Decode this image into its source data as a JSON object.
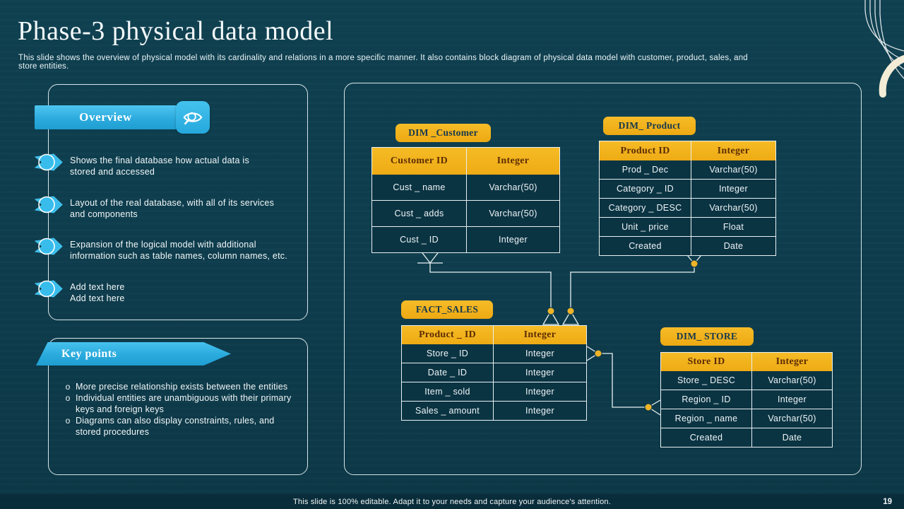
{
  "slide": {
    "title": "Phase-3 physical data model",
    "subtitle": "This slide shows the overview of physical model with its cardinality and relations in a more specific manner. It also contains block diagram of physical data model  with customer, product, sales, and store entities.",
    "footer": "This slide is 100% editable. Adapt it to your needs and capture your audience's attention.",
    "page_number": "19"
  },
  "overview": {
    "title": "Overview",
    "icon": "magnifier-eye-icon",
    "bullets": [
      "Shows the final database how actual  data is\nstored and accessed",
      "Layout of the real database, with all of its services\nand components",
      "Expansion of the logical model with additional\ninformation such as table names, column names, etc.",
      "Add text here\nAdd text here"
    ]
  },
  "key_points": {
    "title": "Key points",
    "marker": "o",
    "bullets": [
      "More precise relationship exists between the entities",
      "Individual  entities are unambiguous   with their primary\nkeys and foreign  keys",
      "Diagrams can also display constraints, rules, and\nstored procedures"
    ]
  },
  "entities": {
    "customer": {
      "tag": "DIM _Customer",
      "header": [
        "Customer ID",
        "Integer"
      ],
      "rows": [
        [
          "Cust _ name",
          "Varchar(50)"
        ],
        [
          "Cust _ adds",
          "Varchar(50)"
        ],
        [
          "Cust _ ID",
          "Integer"
        ]
      ]
    },
    "product": {
      "tag": "DIM_ Product",
      "header": [
        "Product ID",
        "Integer"
      ],
      "rows": [
        [
          "Prod _ Dec",
          "Varchar(50)"
        ],
        [
          "Category _ ID",
          "Integer"
        ],
        [
          "Category _ DESC",
          "Varchar(50)"
        ],
        [
          "Unit _ price",
          "Float"
        ],
        [
          "Created",
          "Date"
        ]
      ]
    },
    "sales": {
      "tag": "FACT_SALES",
      "header": [
        "Product _ ID",
        "Integer"
      ],
      "rows": [
        [
          "Store _ ID",
          "Integer"
        ],
        [
          "Date _ ID",
          "Integer"
        ],
        [
          "Item _ sold",
          "Integer"
        ],
        [
          "Sales _ amount",
          "Integer"
        ]
      ]
    },
    "store": {
      "tag": "DIM_ STORE",
      "header": [
        "Store ID",
        "Integer"
      ],
      "rows": [
        [
          "Store _ DESC",
          "Varchar(50)"
        ],
        [
          "Region _ ID",
          "Integer"
        ],
        [
          "Region _ name",
          "Varchar(50)"
        ],
        [
          "Created",
          "Date"
        ]
      ]
    }
  },
  "colors": {
    "background": "#0e3d4d",
    "accent_blue": "#2fb0e2",
    "accent_yellow": "#f0ae1a",
    "cream_arc": "#f3ecd7",
    "line": "#e8f0f2",
    "header_text": "#5e2d05",
    "tag_text": "#15384e"
  }
}
